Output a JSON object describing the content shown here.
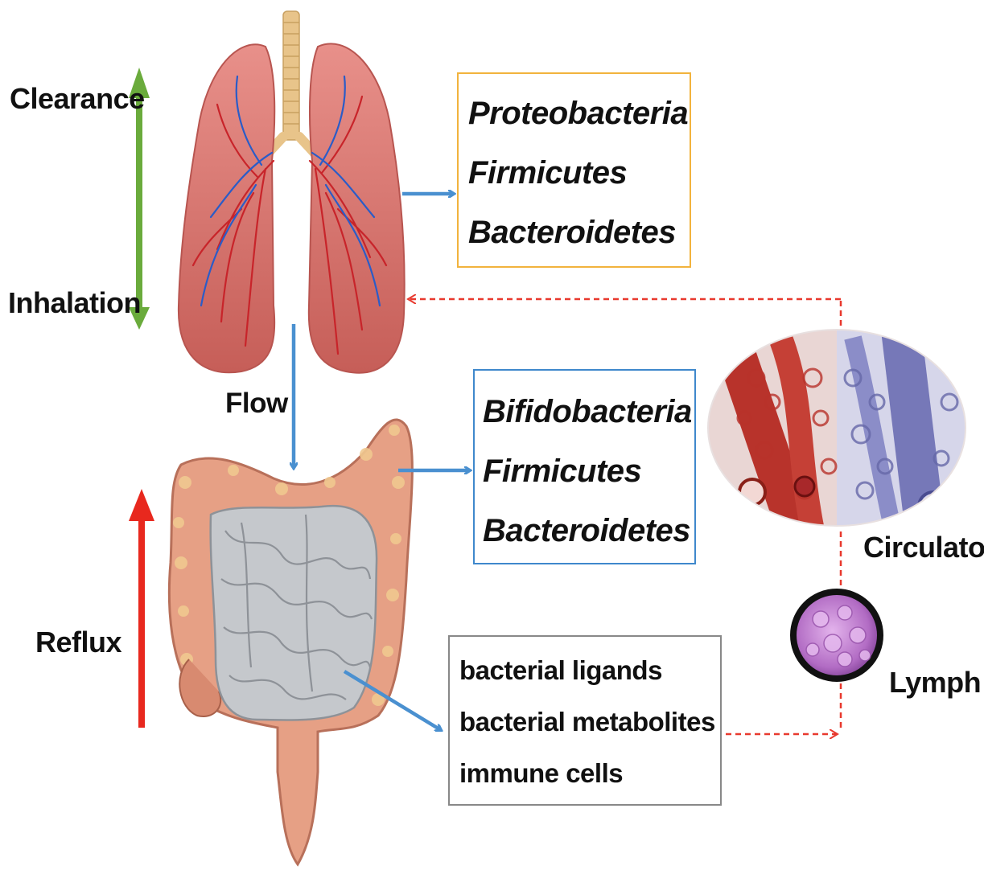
{
  "labels": {
    "clearance": "Clearance",
    "inhalation": "Inhalation",
    "flow": "Flow",
    "reflux": "Reflux",
    "circulation": "Circulaton",
    "lymph": "Lymph"
  },
  "lung_taxa": [
    "Proteobacteria",
    "Firmicutes",
    "Bacteroidetes"
  ],
  "gut_taxa": [
    "Bifidobacteria",
    "Firmicutes",
    "Bacteroidetes"
  ],
  "gut_products": [
    "bacterial ligands",
    "bacterial metabolites",
    "immune cells"
  ],
  "colors": {
    "clearance_arrow": "#6aab3c",
    "reflux_arrow": "#e8281e",
    "connector_arrow": "#4a90d0",
    "dashed_path": "#e8392e",
    "lung_box_border": "#f2b33d",
    "gut_box_border": "#3f88cc",
    "products_box_border": "#888888",
    "lung_tissue": "#d9756e",
    "large_intestine": "#e6a085",
    "small_intestine": "#c5c8cc",
    "lymph_node": "#b26cc4"
  },
  "icons": [
    "lungs-illustration",
    "intestine-illustration",
    "capillary-bed-illustration",
    "lymph-node-illustration"
  ]
}
